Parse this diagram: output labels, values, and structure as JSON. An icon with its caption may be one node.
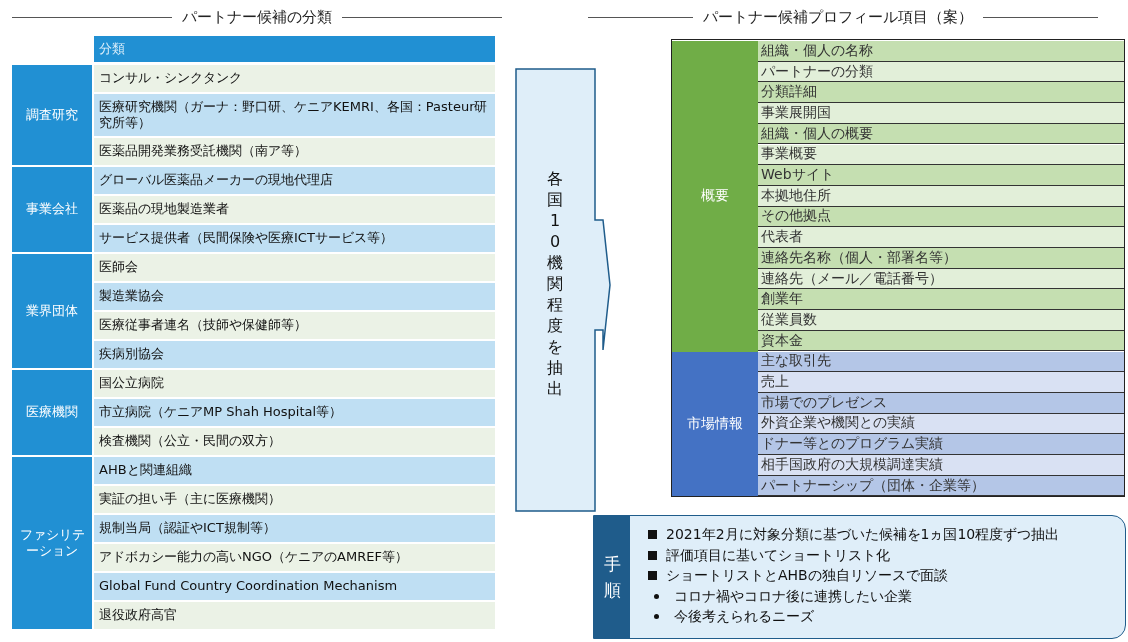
{
  "diagram": {
    "nodes": [
      {
        "text": [
          "各国10機関程度を抽出"
        ]
      },
      {
        "text": [
          "手順",
          "2021年2月に対象分類に基づいた候補を1ヵ国10程度ずつ抽出",
          "評価項目に基いてショートリスト化",
          "ショートリストとAHBの独自リソースで面談",
          "コロナ禍やコロナ後に連携したい企業",
          "今後考えられるニーズ"
        ]
      }
    ],
    "edges": [],
    "labels": [
      "パートナー候補の分類",
      "分類",
      "調査研究",
      "コンサル・シンクタンク",
      "医療研究機関（ガーナ：野口研、ケニアKEMRI、各国：Pasteur研究所等）",
      "医薬品開発業務受託機関（南ア等）",
      "事業会社",
      "グローバル医薬品メーカーの現地代理店",
      "医薬品の現地製造業者",
      "サービス提供者（民間保険や医療ICTサービス等）",
      "業界団体",
      "医師会",
      "製造業協会",
      "医療従事者連名（技師や保健師等）",
      "疾病別協会",
      "医療機関",
      "国公立病院",
      "市立病院（ケニアMP Shah Hospital等）",
      "検査機関（公立・民間の双方）",
      "ファシリテーション",
      "AHBと関連組織",
      "実証の担い手（主に医療機関）",
      "規制当局（認証やICT規制等）",
      "アドボカシー能力の高いNGO（ケニアのAMREF等）",
      "Global Fund Country Coordination Mechanism",
      "退役政府高官",
      "パートナー候補プロフィール項目（案）",
      "概要",
      "組織・個人の名称",
      "パートナーの分類",
      "分類詳細",
      "事業展開国",
      "組織・個人の概要",
      "事業概要",
      "Webサイト",
      "本拠地住所",
      "その他拠点",
      "代表者",
      "連絡先名称（個人・部署名等）",
      "連絡先（メール／電話番号）",
      "創業年",
      "従業員数",
      "資本金",
      "市場情報",
      "主な取引先",
      "売上",
      "市場でのプレゼンス",
      "外資企業や機関との実績",
      "ドナー等とのプログラム実績",
      "相手国政府の大規模調達実績",
      "パートナーシップ（団体・企業等）"
    ]
  }
}
